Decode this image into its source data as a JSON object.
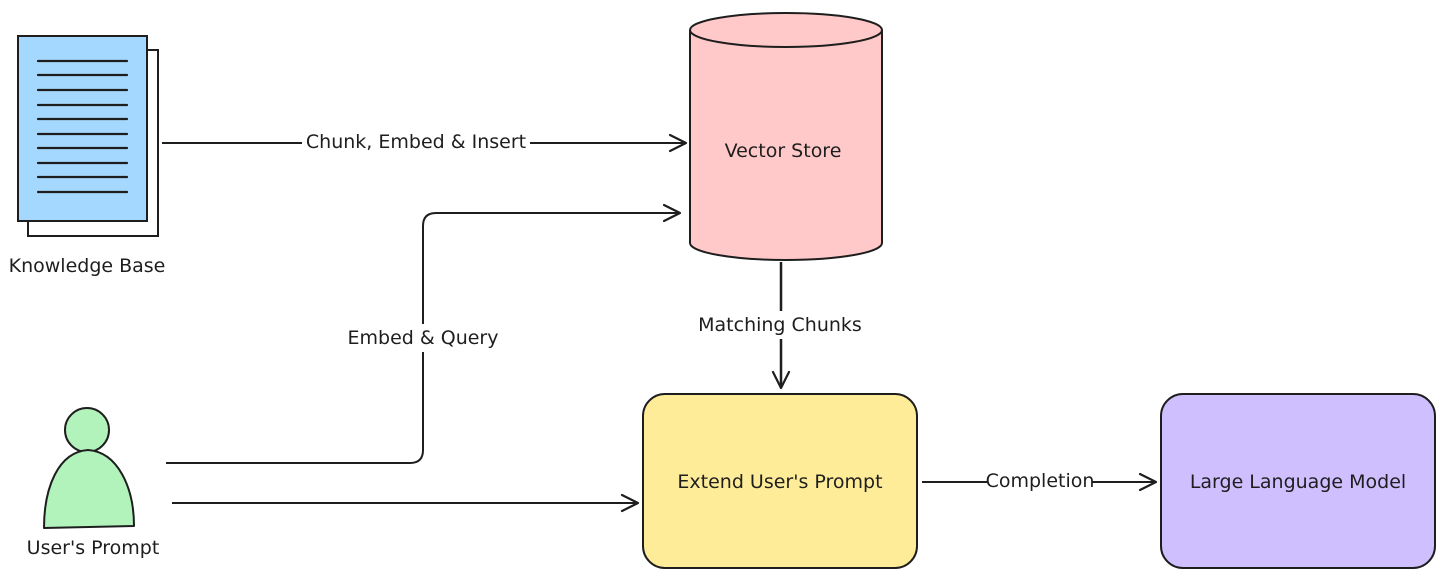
{
  "diagram": {
    "nodes": {
      "knowledge_base": {
        "label": "Knowledge Base",
        "color": "#a5d8ff",
        "icon": "document-icon"
      },
      "vector_store": {
        "label": "Vector Store",
        "color": "#ffc9c9",
        "icon": "database-cylinder"
      },
      "users_prompt": {
        "label": "User's Prompt",
        "color": "#b2f2bb",
        "icon": "person-icon"
      },
      "extend_prompt": {
        "label": "Extend User's Prompt",
        "color": "#ffec99"
      },
      "llm": {
        "label": "Large Language Model",
        "color": "#d0bfff"
      }
    },
    "edges": {
      "kb_to_vs": {
        "label": "Chunk, Embed & Insert"
      },
      "prompt_to_vs": {
        "label": "Embed & Query"
      },
      "vs_to_extend": {
        "label": "Matching Chunks"
      },
      "prompt_to_extend": {
        "label": ""
      },
      "extend_to_llm": {
        "label": "Completion"
      }
    },
    "colors": {
      "stroke": "#1e1e1e",
      "background": "#ffffff"
    }
  }
}
